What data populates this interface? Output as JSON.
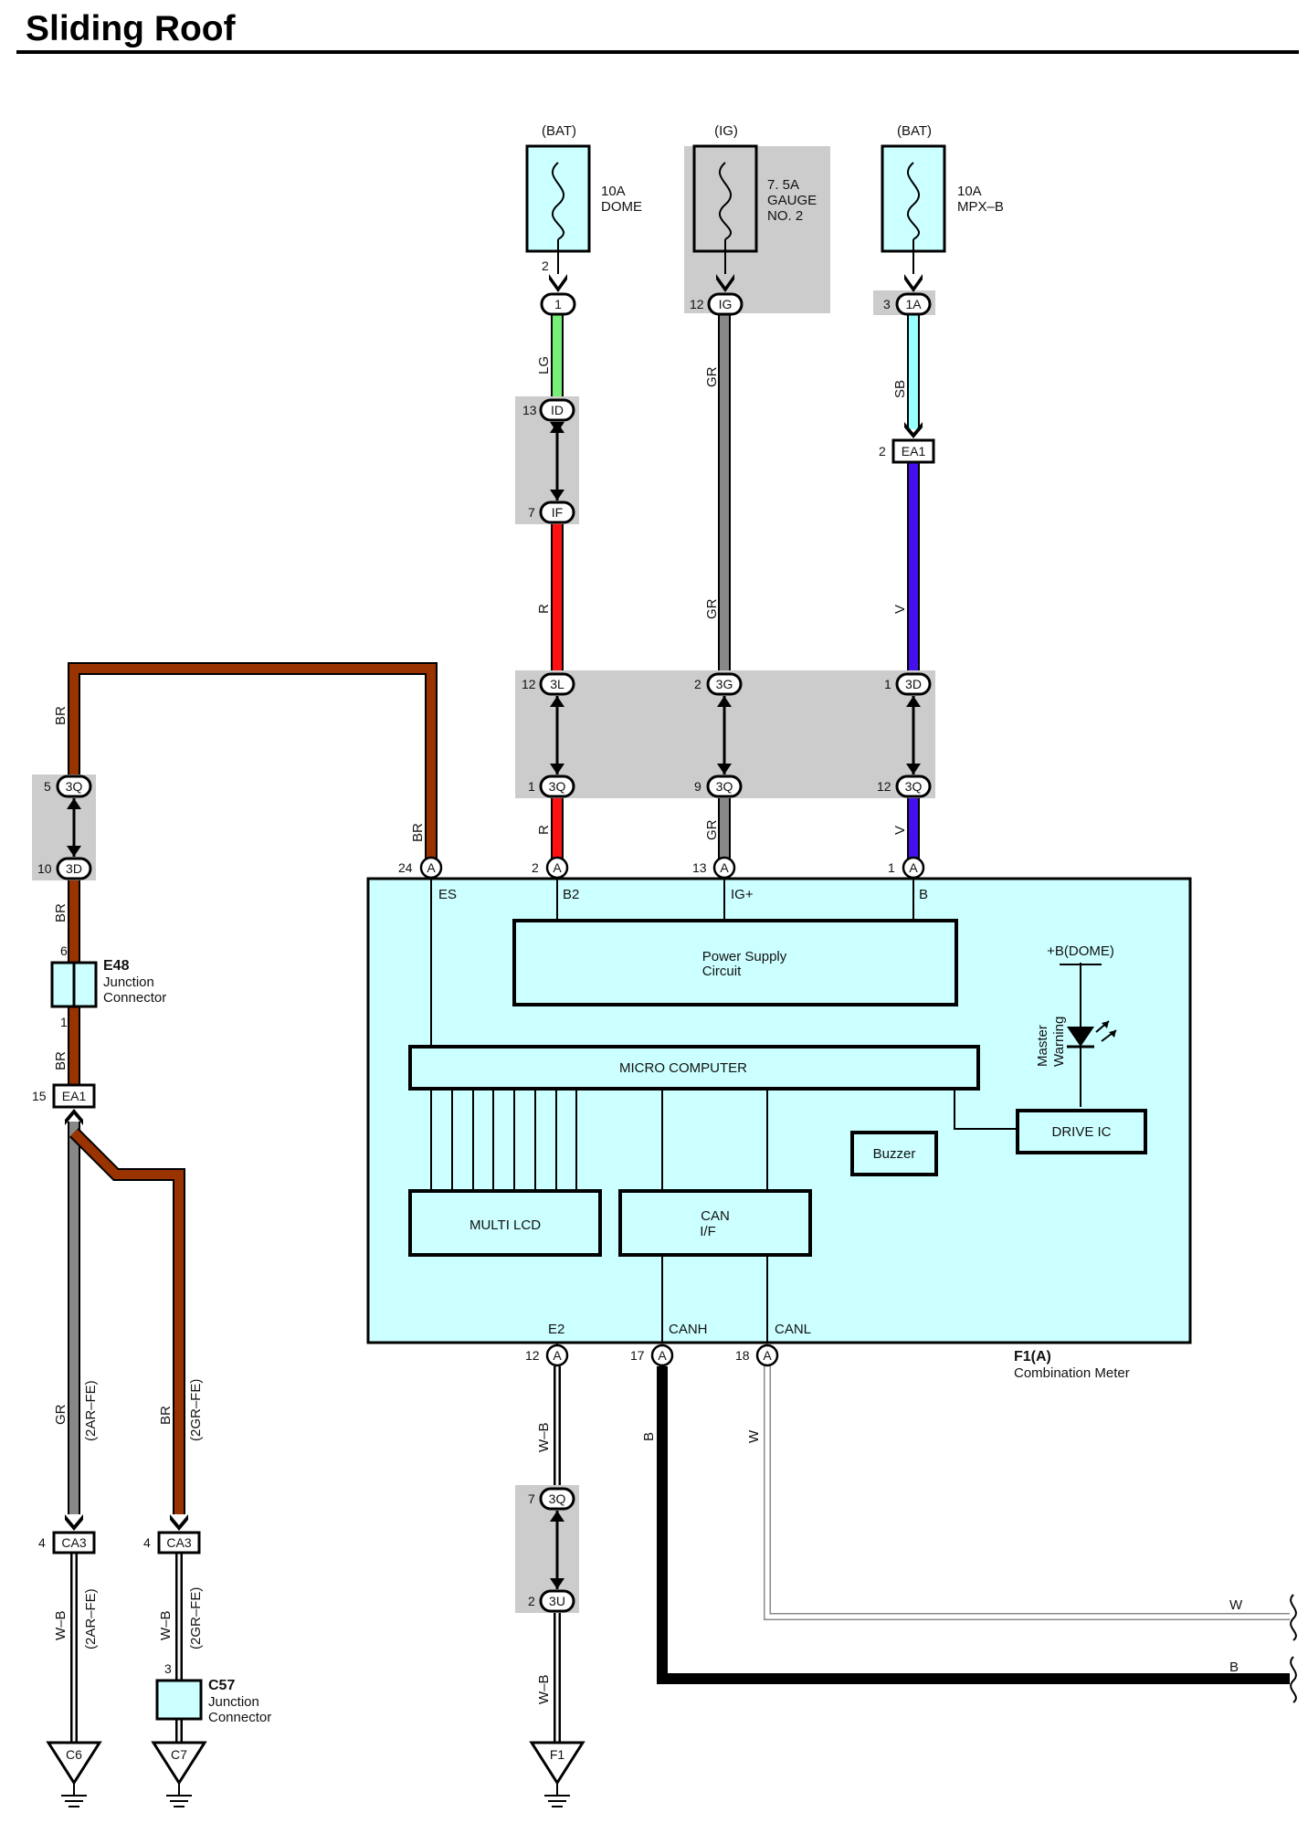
{
  "title": "Sliding Roof",
  "colors": {
    "lg": "#77ee77",
    "r": "#ff1111",
    "gr": "#888888",
    "sb": "#99ffff",
    "v": "#4411ee",
    "br": "#993300",
    "b": "#000000",
    "w": "#ffffff",
    "box": "#ccffff",
    "shade": "#cccccc"
  },
  "fuses": [
    {
      "source": "(BAT)",
      "rating": "10A",
      "name": "DOME",
      "pin": "2",
      "conn": "1"
    },
    {
      "source": "(IG)",
      "rating": "7. 5A",
      "name": "GAUGE",
      "name2": "NO. 2",
      "pin": "12",
      "conn": "IG"
    },
    {
      "source": "(BAT)",
      "rating": "10A",
      "name": "MPX–B",
      "pin": "3",
      "conn": "1A"
    }
  ],
  "connectors": {
    "id13": {
      "pin": "13",
      "id": "ID"
    },
    "if7": {
      "pin": "7",
      "id": "IF"
    },
    "ea1_2": {
      "pin": "2",
      "id": "EA1"
    },
    "l3_12": {
      "pin": "12",
      "id": "3L"
    },
    "g3_2": {
      "pin": "2",
      "id": "3G"
    },
    "d3_1": {
      "pin": "1",
      "id": "3D"
    },
    "q3_1": {
      "pin": "1",
      "id": "3Q"
    },
    "q3_9": {
      "pin": "9",
      "id": "3Q"
    },
    "q3_12": {
      "pin": "12",
      "id": "3Q"
    },
    "q3_5": {
      "pin": "5",
      "id": "3Q"
    },
    "d3_10": {
      "pin": "10",
      "id": "3D"
    },
    "ea1_15": {
      "pin": "15",
      "id": "EA1"
    },
    "ca3_a": {
      "pin": "4",
      "id": "CA3"
    },
    "ca3_b": {
      "pin": "4",
      "id": "CA3"
    },
    "q3_7": {
      "pin": "7",
      "id": "3Q"
    },
    "u3_2": {
      "pin": "2",
      "id": "3U"
    }
  },
  "meter_pins": {
    "es": {
      "pin": "24",
      "id": "A",
      "name": "ES"
    },
    "b2": {
      "pin": "2",
      "id": "A",
      "name": "B2"
    },
    "igp": {
      "pin": "13",
      "id": "A",
      "name": "IG+"
    },
    "b": {
      "pin": "1",
      "id": "A",
      "name": "B"
    },
    "e2": {
      "pin": "12",
      "id": "A",
      "name": "E2"
    },
    "canh": {
      "pin": "17",
      "id": "A",
      "name": "CANH"
    },
    "canl": {
      "pin": "18",
      "id": "A",
      "name": "CANL"
    }
  },
  "wires": {
    "lg": "LG",
    "gr": "GR",
    "sb": "SB",
    "r": "R",
    "v": "V",
    "br": "BR",
    "wb": "W–B",
    "b": "B",
    "w": "W",
    "note_2ar": "(2AR–FE)",
    "note_2gr": "(2GR–FE)"
  },
  "meter": {
    "code": "F1(A)",
    "name": "Combination Meter",
    "power_supply": "Power Supply",
    "power_supply2": "Circuit",
    "micro": "MICRO COMPUTER",
    "lcd": "MULTI LCD",
    "can": "CAN",
    "can2": "I/F",
    "buzzer": "Buzzer",
    "drive_ic": "DRIVE IC",
    "dome": "+B(DOME)",
    "master": "Master",
    "warning": "Warning"
  },
  "junctions": {
    "e48": {
      "code": "E48",
      "name": "Junction",
      "name2": "Connector",
      "pin_top": "6",
      "pin_bot": "1"
    },
    "c57": {
      "code": "C57",
      "name": "Junction",
      "name2": "Connector",
      "pin_top": "3"
    }
  },
  "grounds": [
    "C6",
    "C7",
    "F1"
  ]
}
